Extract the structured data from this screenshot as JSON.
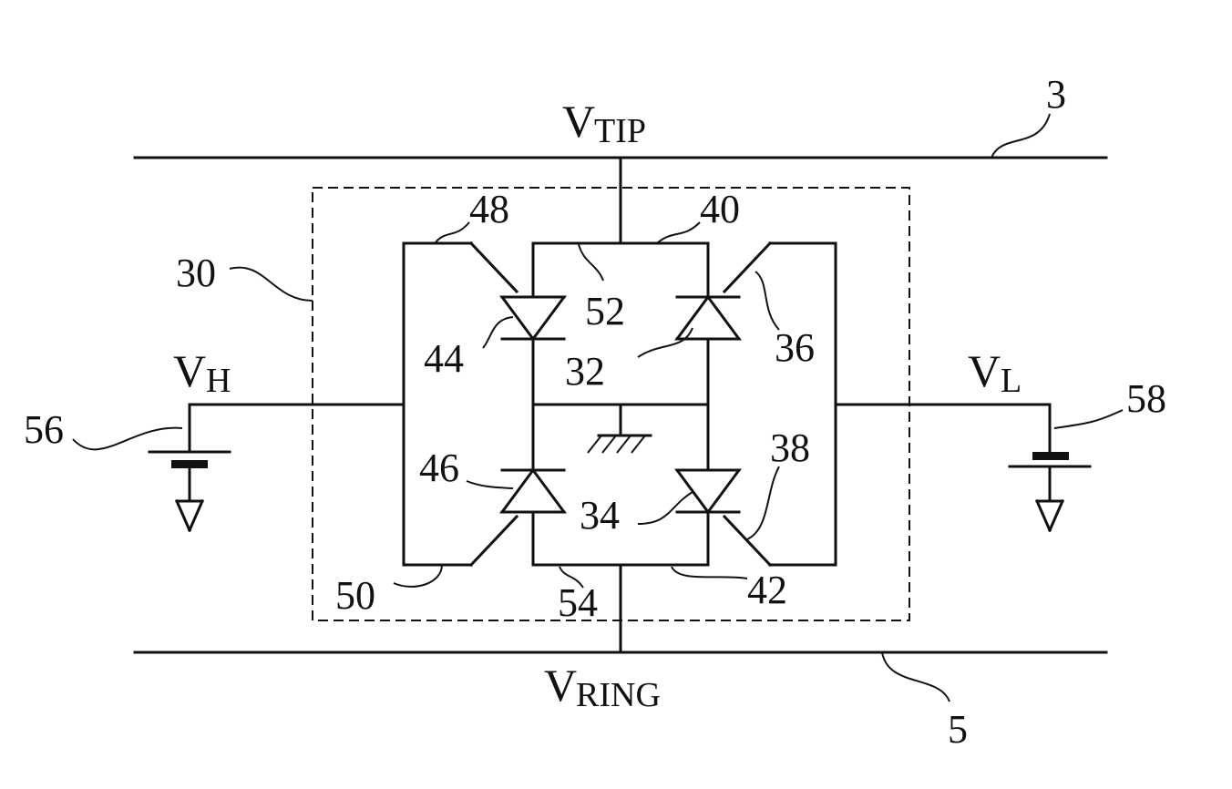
{
  "labels": {
    "v_tip_main": "V",
    "v_tip_sub": "TIP",
    "v_ring_main": "V",
    "v_ring_sub": "RING",
    "v_h_main": "V",
    "v_h_sub": "H",
    "v_l_main": "V",
    "v_l_sub": "L"
  },
  "refs": {
    "r3": "3",
    "r5": "5",
    "r30": "30",
    "r32": "32",
    "r34": "34",
    "r36": "36",
    "r38": "38",
    "r40": "40",
    "r42": "42",
    "r44": "44",
    "r46": "46",
    "r48": "48",
    "r50": "50",
    "r52": "52",
    "r54": "54",
    "r56": "56",
    "r58": "58"
  }
}
